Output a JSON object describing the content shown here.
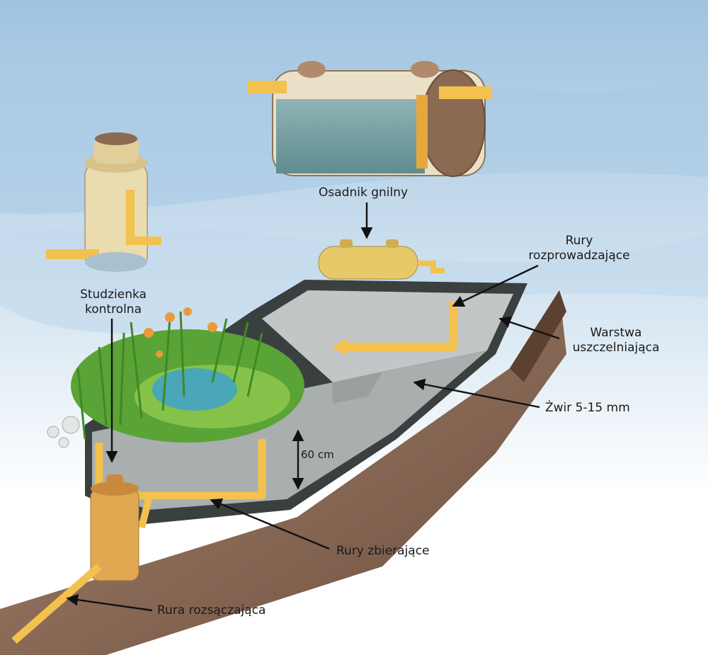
{
  "labels": {
    "osadnik": "Osadnik gnilny",
    "rury_rozprowadzajace_1": "Rury",
    "rury_rozprowadzajace_2": "rozprowadzające",
    "studzienka_1": "Studzienka",
    "studzienka_2": "kontrolna",
    "warstwa_1": "Warstwa",
    "warstwa_2": "uszczelniająca",
    "zwir": "Żwir 5-15 mm",
    "depth": "60 cm",
    "rury_zbierajace": "Rury zbierające",
    "rura_rozsaczajaca": "Rura rozsączająca"
  },
  "colors": {
    "sky": "#b9d3e8",
    "pipe": "#f2c14e",
    "tank": "#e8d9a8",
    "liner": "#3a3f3f",
    "gravel": "#bfc3c4",
    "soil": "#8a6a55",
    "plants": "#4e9a2e",
    "arrow": "#111111"
  }
}
